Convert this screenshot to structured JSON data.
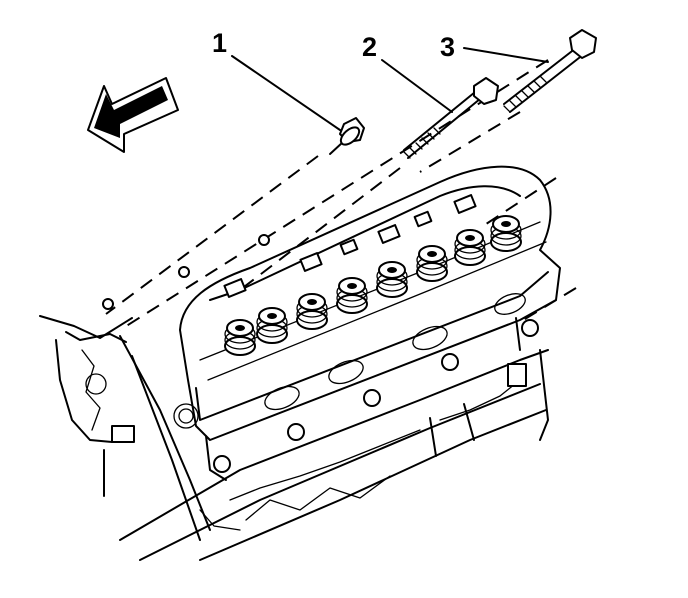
{
  "callouts": [
    {
      "id": "1",
      "label": "1"
    },
    {
      "id": "2",
      "label": "2"
    },
    {
      "id": "3",
      "label": "3"
    }
  ],
  "icons": {
    "direction_arrow": "front-direction-arrow-icon",
    "bolt": "bolt-icon",
    "valve_spring": "valve-spring-icon"
  },
  "colors": {
    "line": "#000000",
    "background": "#ffffff"
  }
}
